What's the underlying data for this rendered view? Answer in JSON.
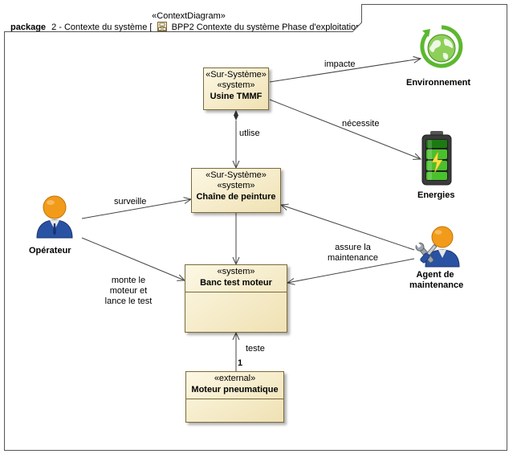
{
  "frame": {
    "stereotype": "«ContextDiagram»",
    "kind": "package",
    "name": "2 - Contexte du système [",
    "diagram_ref": "BPP2 Contexte du système Phase d'exploitation",
    "close": "]"
  },
  "blocks": {
    "usine": {
      "stereo1": "«Sur-Système»",
      "stereo2": "«system»",
      "name": "Usine TMMF"
    },
    "chaine": {
      "stereo1": "«Sur-Système»",
      "stereo2": "«system»",
      "name": "Chaîne de peinture"
    },
    "banc": {
      "stereo1": "«system»",
      "name": "Banc test moteur"
    },
    "moteur": {
      "stereo1": "«external»",
      "name": "Moteur pneumatique"
    }
  },
  "actors": {
    "operateur": {
      "name": "Opérateur",
      "icon": "person-icon"
    },
    "agent": {
      "name_line1": "Agent de",
      "name_line2": "maintenance",
      "icon": "maintenance-person-icon"
    },
    "environnement": {
      "name": "Environnement",
      "icon": "globe-recycle-icon"
    },
    "energies": {
      "name": "Energies",
      "icon": "battery-icon"
    }
  },
  "relations": {
    "impacte": "impacte",
    "necessite": "nécessite",
    "utilise": "utlise",
    "surveille": "surveille",
    "assure_1": "assure la",
    "assure_2": "maintenance",
    "monte_1": "monte le",
    "monte_2": "moteur et",
    "monte_3": "lance le test",
    "teste": "teste",
    "multiplicity": "1"
  },
  "colors": {
    "block_fill_light": "#fdf8e4",
    "block_fill_dark": "#efe1b3",
    "block_border": "#7a6a3a",
    "actor_orange": "#f29b1a",
    "actor_blue": "#2a52a3",
    "globe_green": "#5cb82f",
    "battery_green": "#49c12c"
  }
}
